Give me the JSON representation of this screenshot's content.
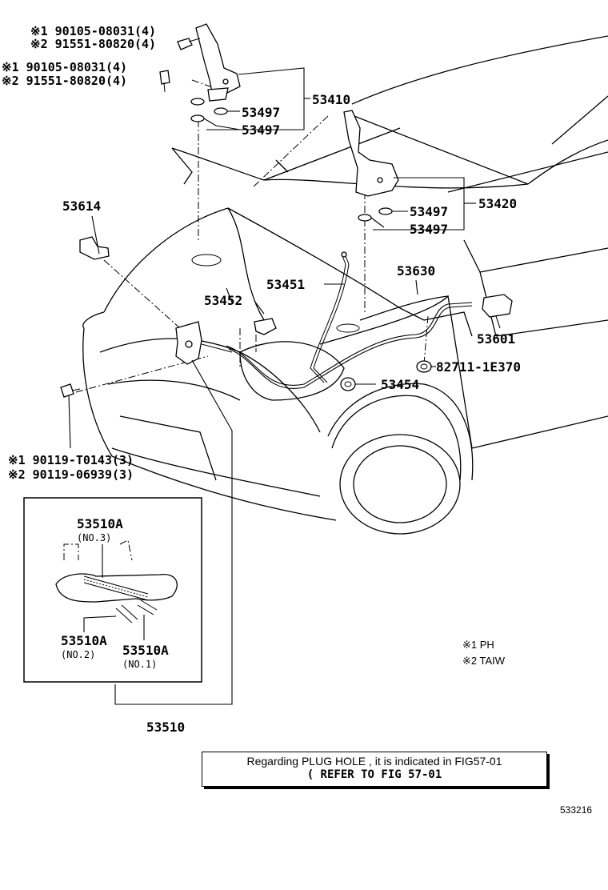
{
  "fasteners": {
    "top1_a": "※1 90105-08031(4)",
    "top1_b": "※2 91551-80820(4)",
    "top2_a": "※1 90105-08031(4)",
    "top2_b": "※2 91551-80820(4)",
    "bottom_a": "※1 90119-T0143(3)",
    "bottom_b": "※2 90119-06939(3)"
  },
  "parts": {
    "p53410": "53410",
    "p53497_a": "53497",
    "p53497_b": "53497",
    "p53420": "53420",
    "p53497_c": "53497",
    "p53497_d": "53497",
    "p53614": "53614",
    "p53630": "53630",
    "p53451": "53451",
    "p53452": "53452",
    "p53601": "53601",
    "p82711": "82711-1E370",
    "p53454": "53454",
    "p53510": "53510"
  },
  "inset": {
    "item_no3": "53510A",
    "item_no3_sub": "(NO.3)",
    "item_no2": "53510A",
    "item_no2_sub": "(NO.2)",
    "item_no1": "53510A",
    "item_no1_sub": "(NO.1)"
  },
  "legend": {
    "l1": "※1 PH",
    "l2": "※2 TAIW"
  },
  "note": {
    "line1": "Regarding PLUG HOLE , it is indicated in FIG57-01",
    "line2": "( REFER TO FIG 57-01"
  },
  "figure_code": "533216"
}
